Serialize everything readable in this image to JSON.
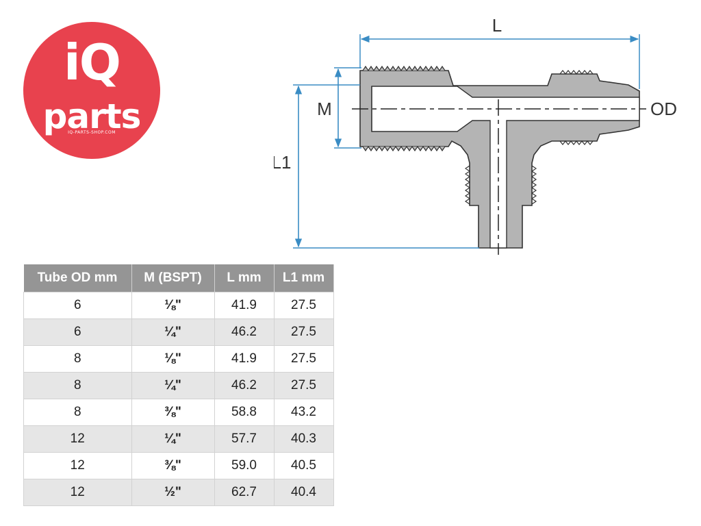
{
  "logo": {
    "top_text": "iQ",
    "bottom_text": "parts",
    "url_text": "IQ-PARTS-SHOP.COM",
    "color": "#e8424e"
  },
  "diagram": {
    "labels": {
      "length": "L",
      "branch_length": "L1",
      "thread": "M",
      "outer_diameter": "OD"
    },
    "dimension_color": "#3a8cc4",
    "body_color": "#b4b4b4"
  },
  "table": {
    "headers": [
      "Tube OD mm",
      "M (BSPT)",
      "L mm",
      "L1 mm"
    ],
    "rows": [
      [
        "6",
        "⅛\"",
        "41.9",
        "27.5"
      ],
      [
        "6",
        "¼\"",
        "46.2",
        "27.5"
      ],
      [
        "8",
        "⅛\"",
        "41.9",
        "27.5"
      ],
      [
        "8",
        "¼\"",
        "46.2",
        "27.5"
      ],
      [
        "8",
        "⅜\"",
        "58.8",
        "43.2"
      ],
      [
        "12",
        "¼\"",
        "57.7",
        "40.3"
      ],
      [
        "12",
        "⅜\"",
        "59.0",
        "40.5"
      ],
      [
        "12",
        "½\"",
        "62.7",
        "40.4"
      ]
    ],
    "header_color": "#959595",
    "stripe_color": "#e6e6e6"
  }
}
